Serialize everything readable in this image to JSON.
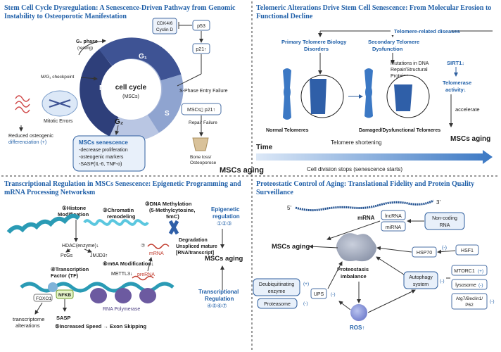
{
  "q1": {
    "title1": "Stem Cell Cycle Dysregulation: A Senescence-Driven Pathway from Genomic",
    "title2": "Instability to Osteoporotic Manifestation",
    "cdk": "CDK4/6",
    "cyclin": "Cyclin D",
    "p53": "p53",
    "p21": "p21↑",
    "g0a": "G₀ phase",
    "g0b": "(resting)",
    "g1": "G₁",
    "m": "M",
    "s": "S",
    "g2": "G₂",
    "center1": "cell cycle",
    "center2": "(MSCs)",
    "checkpoint": "M/G₁ checkpoint",
    "sphase": "S-Phase Entry Failure",
    "mitotic": "Mitotic Errors",
    "reduced1": "Reduced osteogenic",
    "reduced2": "differenciation (+)",
    "msc_box": "MSCs▯  p21↑",
    "repair": "Repair Failure",
    "bone1": "Bone loss/",
    "bone2": "Osteoporose",
    "sen_title": "MSCs senescence",
    "sen_1": "-decrease proliferation",
    "sen_2": "-osteogenic markers",
    "sen_3": "-SASP(IL-6, TNF-α)"
  },
  "q2": {
    "title1": "Telomeric Alterations Drive Stem Cell Senescence: From Molecular Erosion to",
    "title2": "Functional Decline",
    "diseases": "Telomere-related diseases",
    "primary1": "Primary Telomere Biology",
    "primary2": "Disorders",
    "secondary1": "Secondary Telomere",
    "secondary2": "Dysfunction",
    "sirt": "SIRT1↓",
    "mut1": "Mutations in DNA",
    "mut2": "Repair/Structural",
    "mut3": "Proteins",
    "telo1": "Telomerase",
    "telo2": "activity↓",
    "accelerate": "accelerate",
    "normal": "Normal Telomeres",
    "damaged": "Damaged/Dysfunctional Telomeres",
    "aging": "MSCs aging",
    "time": "Time",
    "shortening": "Telomere shortening",
    "division": "Cell division stops (senescence starts)"
  },
  "center": "MSCs aging",
  "q3": {
    "title1": "Transcriptional Regulation in MSCs Senescence: Epigenetic Programming and",
    "title2": "mRNA Processing Networksm",
    "histone1": "①Histone",
    "histone2": "Modification",
    "chromatin1": "②Chromatin",
    "chromatin2": "remodeling",
    "dna1": "③DNA Methylation",
    "dna2": "(5-Methylcytosine,",
    "dna3": "5mC)",
    "epi1": "Epigenetic",
    "epi2": "regulation",
    "epi3": "①②③",
    "hdac": "HDAC(enzyme)↓",
    "pcgs": "PcGs",
    "jmjd": "JMJD3↑",
    "num7": "⑦",
    "degr1": "Degradation",
    "degr2": "Unspliced mature",
    "degr3": "[RNA/transcript]",
    "mrna": "mRNA",
    "aging": "MSCs aging",
    "tf1": "④Transcription",
    "tf2": "Factor (TF)",
    "m6a": "⑥m6A Modification↓",
    "mettl": "METTL3↓",
    "prerna": "preRNA",
    "foxo": "FOXO1",
    "nfkb": "NFKB",
    "trans1": "Transcriptional",
    "trans2": "Regulation",
    "trans3": "④⑤⑥⑦",
    "polymerase": "RNA Polymerase",
    "ta1": "transcriptome",
    "ta2": "alterations",
    "sasp": "SASP",
    "speed": "⑤Increased Speed → Exon Skipping"
  },
  "q4": {
    "title1": "Proteostatic Control of Aging: Translational Fidelity and Protein Quality",
    "title2": "Surveillance",
    "five": "5'",
    "three": "3'",
    "mrna": "mRNA",
    "lncrna": "lncRNA",
    "mirna": "miRNA",
    "noncoding1": "Non-coding",
    "noncoding2": "RNA",
    "aging": "MSCs aging",
    "hsf1": "HSF1",
    "hsp70": "HSP70",
    "minus1": "(-)",
    "mtorc": "MTORC1",
    "plus1": "(+)",
    "lysosome": "lysosome",
    "minus2": "(-)",
    "atg1": "Atg7/Beclin1/",
    "atg2": "P62",
    "minus3": "(-)",
    "auto1": "Autophagy",
    "auto2": "system",
    "minus4": "(-)",
    "prot1": "Proteostasis",
    "prot2": "imbalance",
    "deub1": "Deubiquitinating",
    "deub2": "enzyme",
    "plus2": "(+)",
    "proteasome": "Proteasome",
    "minus5": "(-)",
    "ups": "UPS",
    "minus6": "(-)",
    "ros": "ROS↑"
  }
}
